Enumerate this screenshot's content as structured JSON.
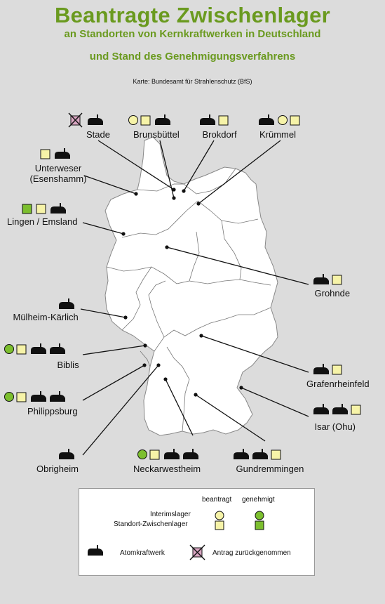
{
  "header": {
    "title": "Beantragte Zwischenlager",
    "subtitle": "an Standorten von Kernkraftwerken in Deutschland",
    "subtitle2": "und Stand des Genehmigungsverfahrens",
    "source": "Karte: Bundesamt für Strahlenschutz (BfS)"
  },
  "colors": {
    "title_green": "#6a9a1f",
    "interim": "#f6f3a8",
    "approved": "#7cbf2e",
    "withdrawn": "#d9a6c2",
    "map_fill": "#ffffff",
    "background": "#dcdcdc"
  },
  "sites": [
    {
      "name": "Stade",
      "symbols": [
        "withdrawn-square",
        "plant"
      ]
    },
    {
      "name": "Brunsbüttel",
      "symbols": [
        "interim-circle",
        "applied-square",
        "plant"
      ]
    },
    {
      "name": "Brokdorf",
      "symbols": [
        "plant",
        "applied-square"
      ]
    },
    {
      "name": "Krümmel",
      "symbols": [
        "plant",
        "interim-circle",
        "applied-square"
      ]
    },
    {
      "name": "Unterweser (Esenshamm)",
      "name_line1": "Unterweser",
      "name_line2": "(Esenshamm)",
      "symbols": [
        "applied-square",
        "plant"
      ]
    },
    {
      "name": "Lingen / Emsland",
      "symbols": [
        "approved-square",
        "applied-square",
        "plant"
      ]
    },
    {
      "name": "Grohnde",
      "symbols": [
        "plant",
        "applied-square"
      ]
    },
    {
      "name": "Mülheim-Kärlich",
      "symbols": [
        "plant"
      ]
    },
    {
      "name": "Biblis",
      "symbols": [
        "approved-circle",
        "applied-square",
        "plant",
        "plant"
      ]
    },
    {
      "name": "Grafenrheinfeld",
      "symbols": [
        "plant",
        "applied-square"
      ]
    },
    {
      "name": "Philippsburg",
      "symbols": [
        "approved-circle",
        "applied-square",
        "plant",
        "plant"
      ]
    },
    {
      "name": "Isar (Ohu)",
      "symbols": [
        "plant",
        "plant",
        "applied-square"
      ]
    },
    {
      "name": "Obrigheim",
      "symbols": [
        "plant"
      ]
    },
    {
      "name": "Neckarwestheim",
      "symbols": [
        "approved-circle",
        "applied-square",
        "plant",
        "plant"
      ]
    },
    {
      "name": "Gundremmingen",
      "symbols": [
        "plant",
        "plant",
        "applied-square"
      ]
    }
  ],
  "legend": {
    "col_applied": "beantragt",
    "col_approved": "genehmigt",
    "row_interim": "Interimslager",
    "row_site": "Standort-Zwischenlager",
    "plant": "Atomkraftwerk",
    "withdrawn": "Antrag zurückgenommen"
  }
}
